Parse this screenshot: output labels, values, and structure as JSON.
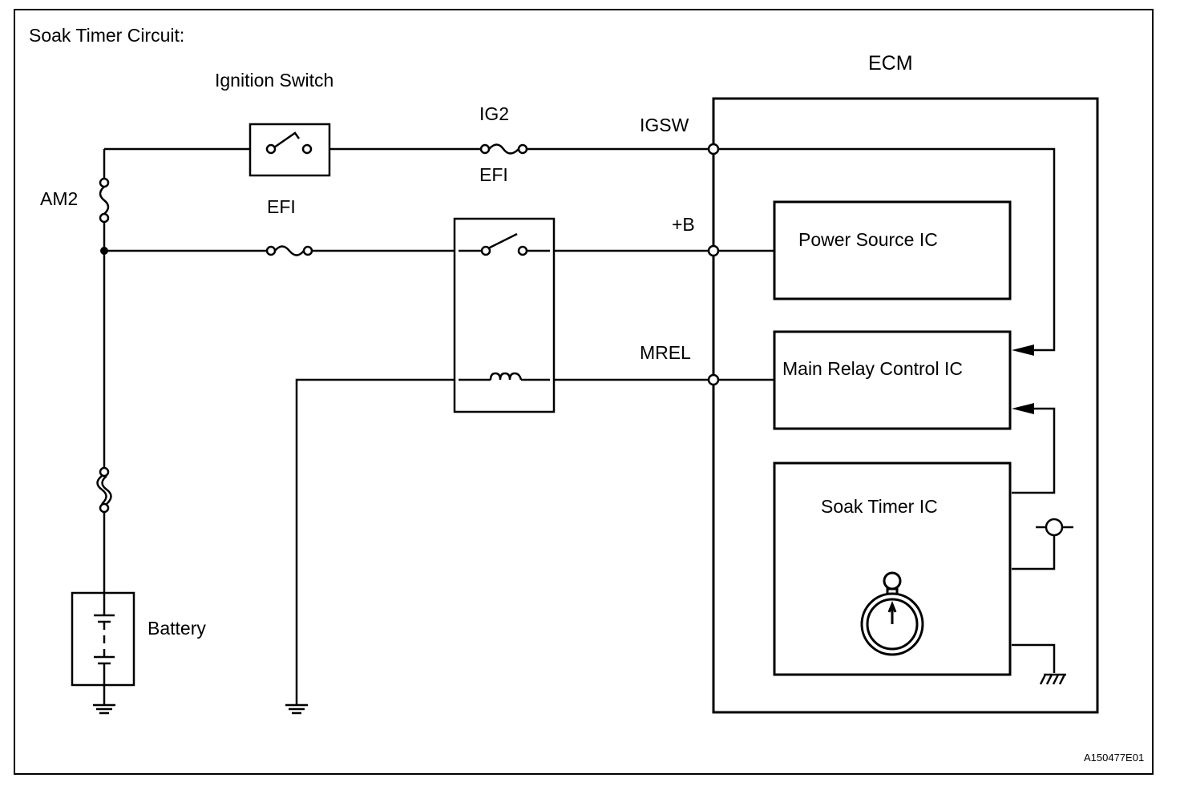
{
  "title": "Soak Timer Circuit:",
  "ecm_label": "ECM",
  "ignition_switch_label": "Ignition Switch",
  "am2_label": "AM2",
  "efi_fuse_label": "EFI",
  "ig2_fuse_label": "IG2",
  "efi_relay_label": "EFI",
  "battery_label": "Battery",
  "terminals": {
    "igsw": "IGSW",
    "b_plus": "+B",
    "mrel": "MREL"
  },
  "ic_blocks": {
    "power_source": "Power Source IC",
    "main_relay_control": "Main Relay Control IC",
    "soak_timer": "Soak Timer IC"
  },
  "figure_code": "A150477E01",
  "colors": {
    "line": "#000000",
    "background": "#ffffff"
  }
}
